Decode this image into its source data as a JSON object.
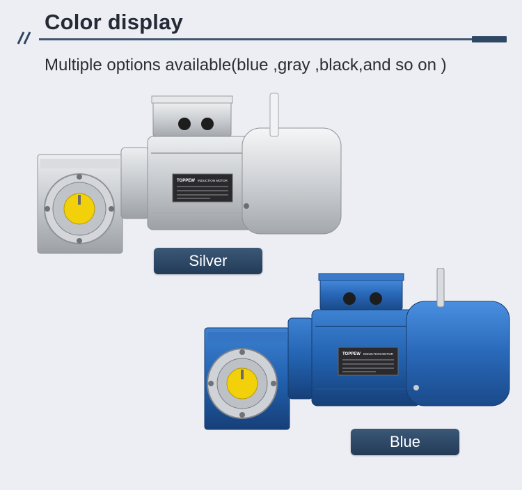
{
  "header": {
    "title": "Color display",
    "subtitle": "Multiple options available(blue ,gray ,black,and so on )"
  },
  "variants": [
    {
      "name": "Silver",
      "color": "#d7d9dc"
    },
    {
      "name": "Blue",
      "color": "#2a6ab8"
    }
  ],
  "nameplate": {
    "brand": "TOPPEW",
    "heading": "INDUCTION MOTOR"
  },
  "colors": {
    "accent": "#2e4763",
    "background": "#edeef4"
  }
}
